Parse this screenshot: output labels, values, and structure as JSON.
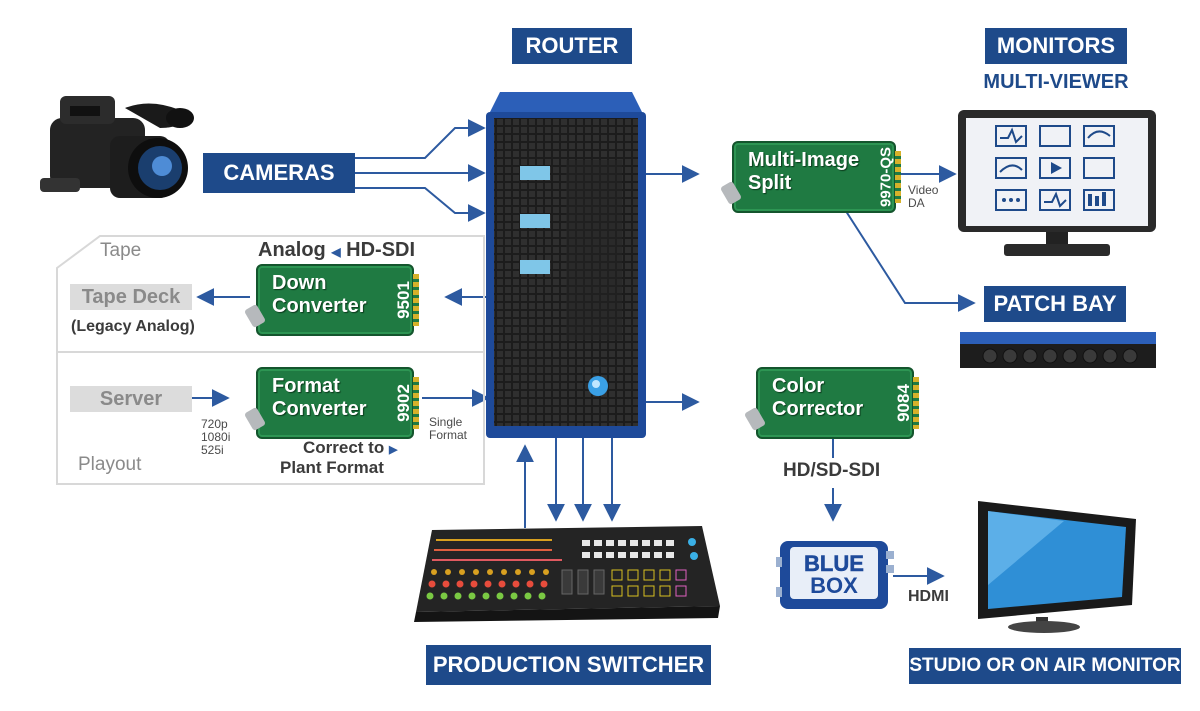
{
  "titles": {
    "router": "ROUTER",
    "monitors": "MONITORS",
    "multi_viewer": "MULTI-VIEWER",
    "cameras": "CAMERAS",
    "patch_bay": "PATCH BAY",
    "production_switcher": "PRODUCTION SWITCHER",
    "studio_monitor": "STUDIO OR ON AIR MONITOR"
  },
  "cards": {
    "multi_image": {
      "title": "Multi-Image",
      "subtitle": "Split",
      "model": "9970-QS"
    },
    "down_converter": {
      "title": "Down",
      "subtitle": "Converter",
      "model": "9501"
    },
    "format_converter": {
      "title": "Format",
      "subtitle": "Converter",
      "model": "9902"
    },
    "color_corrector": {
      "title": "Color",
      "subtitle": "Corrector",
      "model": "9084"
    }
  },
  "labels": {
    "tape": "Tape",
    "tape_deck": "Tape Deck",
    "legacy_analog": "(Legacy Analog)",
    "analog_hd_sdi_left": "Analog",
    "analog_hd_sdi_right": "HD-SDI",
    "server": "Server",
    "playout": "Playout",
    "formats_in": [
      "720p",
      "1080i",
      "525i"
    ],
    "single_format": [
      "Single",
      "Format"
    ],
    "correct_to": "Correct to",
    "plant_format": "Plant Format",
    "video_da": [
      "Video",
      "DA"
    ],
    "hd_sd_sdi": "HD/SD-SDI",
    "hdmi": "HDMI",
    "bluebox_top": "BLUE",
    "bluebox_bottom": "BOX"
  },
  "colors": {
    "brand_blue": "#1e4a8a",
    "arrow_blue": "#2d5aa0",
    "card_green": "#1f7a42",
    "grey_text": "#8a8a8a"
  },
  "icons": [
    "video-camera-icon",
    "router-tower-icon",
    "monitor-icon",
    "patch-bay-icon",
    "switcher-console-icon",
    "blue-box-icon",
    "tv-monitor-icon"
  ]
}
